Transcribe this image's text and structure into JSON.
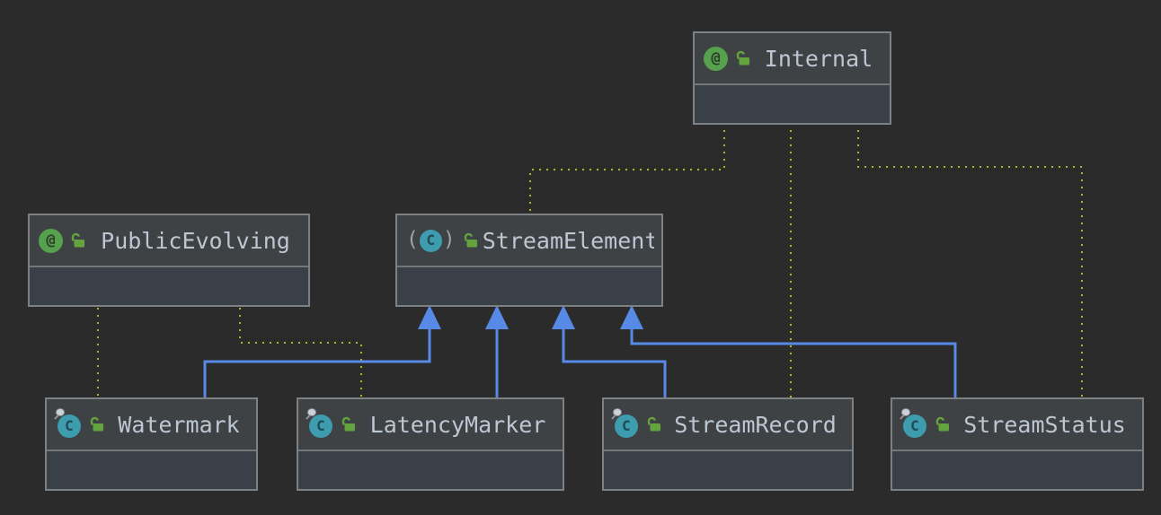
{
  "diagram": {
    "tool": "uml-class-diagram",
    "nodes": {
      "internal": {
        "name": "Internal",
        "kind": "annotation",
        "icons": [
          "annotation-icon",
          "unlocked-icon"
        ]
      },
      "publicEvolving": {
        "name": "PublicEvolving",
        "kind": "annotation",
        "icons": [
          "annotation-icon",
          "unlocked-icon"
        ]
      },
      "streamElement": {
        "name": "StreamElement",
        "kind": "abstract-class",
        "icons": [
          "abstract-class-icon",
          "unlocked-icon"
        ]
      },
      "watermark": {
        "name": "Watermark",
        "kind": "final-class",
        "icons": [
          "final-class-icon",
          "unlocked-icon"
        ]
      },
      "latencyMarker": {
        "name": "LatencyMarker",
        "kind": "final-class",
        "icons": [
          "final-class-icon",
          "unlocked-icon"
        ]
      },
      "streamRecord": {
        "name": "StreamRecord",
        "kind": "final-class",
        "icons": [
          "final-class-icon",
          "unlocked-icon"
        ]
      },
      "streamStatus": {
        "name": "StreamStatus",
        "kind": "final-class",
        "icons": [
          "final-class-icon",
          "unlocked-icon"
        ]
      }
    },
    "edges": [
      {
        "from": "watermark",
        "to": "streamElement",
        "type": "inheritance",
        "style": "solid-blue-arrow"
      },
      {
        "from": "latencyMarker",
        "to": "streamElement",
        "type": "inheritance",
        "style": "solid-blue-arrow"
      },
      {
        "from": "streamRecord",
        "to": "streamElement",
        "type": "inheritance",
        "style": "solid-blue-arrow"
      },
      {
        "from": "streamStatus",
        "to": "streamElement",
        "type": "inheritance",
        "style": "solid-blue-arrow"
      },
      {
        "from": "watermark",
        "to": "publicEvolving",
        "type": "annotation",
        "style": "dotted-olive"
      },
      {
        "from": "latencyMarker",
        "to": "publicEvolving",
        "type": "annotation",
        "style": "dotted-olive"
      },
      {
        "from": "streamElement",
        "to": "internal",
        "type": "annotation",
        "style": "dotted-olive"
      },
      {
        "from": "streamRecord",
        "to": "internal",
        "type": "annotation",
        "style": "dotted-olive"
      },
      {
        "from": "streamStatus",
        "to": "internal",
        "type": "annotation",
        "style": "dotted-olive"
      }
    ],
    "glyphs": {
      "annotation": "@",
      "class": "C",
      "abstract_open": "(",
      "abstract_close": ")"
    },
    "colors": {
      "background": "#2b2b2b",
      "node_header": "#3e4244",
      "node_body": "#394047",
      "node_border": "#7e8183",
      "title_text": "#bdc7d3",
      "inheritance_edge": "#578ae6",
      "annotation_edge": "#b2b22c",
      "annotation_icon_green": "#55a14d",
      "class_icon_teal": "#3d9daf",
      "lock_green": "#63a43f"
    }
  }
}
